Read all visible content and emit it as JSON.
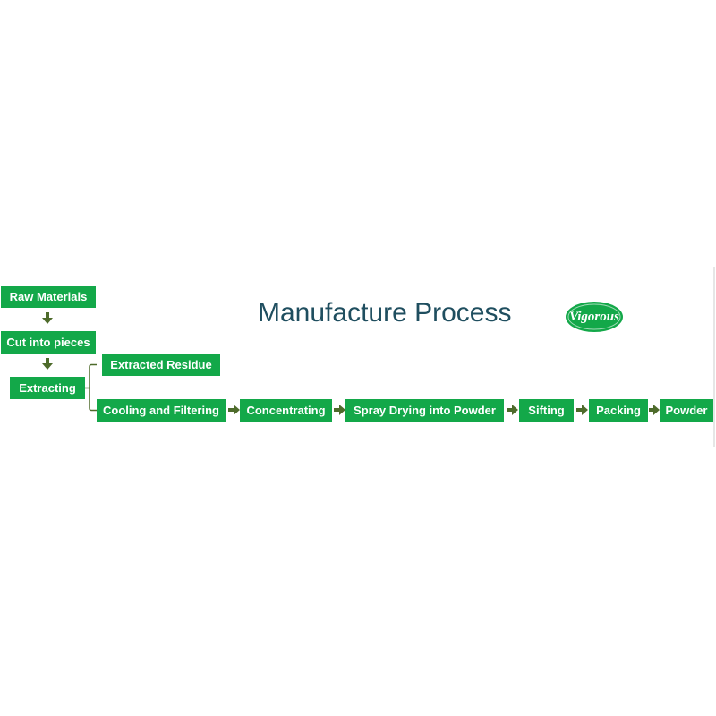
{
  "title": "Manufacture Process",
  "logo": {
    "text": "Vigorous",
    "color": "#13a849"
  },
  "colors": {
    "box": "#13a849",
    "arrow": "#4e6b2b",
    "title": "#1f4e5f",
    "bracket": "#4e6b2b"
  },
  "steps": {
    "raw_materials": "Raw Materials",
    "cut_into_pieces": "Cut into pieces",
    "extracting": "Extracting",
    "extracted_residue": "Extracted Residue",
    "cooling_and_filtering": "Cooling and Filtering",
    "concentrating": "Concentrating",
    "spray_drying": "Spray Drying into Powder",
    "sifting": "Sifting",
    "packing": "Packing",
    "powder": "Powder"
  }
}
